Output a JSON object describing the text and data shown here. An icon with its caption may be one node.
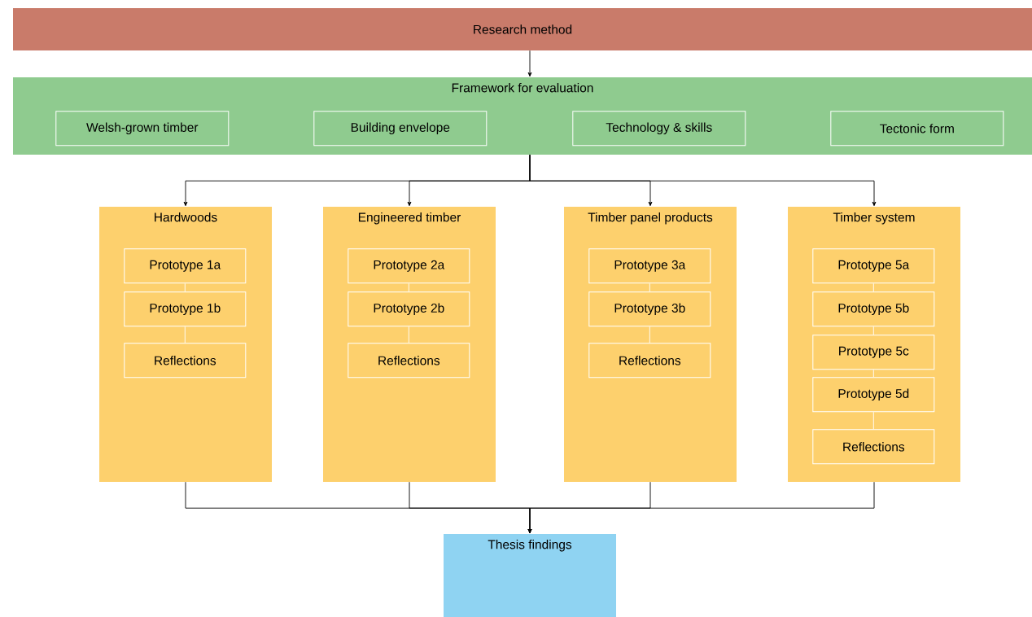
{
  "diagram": {
    "nodes": [
      {
        "text": [
          "Research method"
        ]
      },
      {
        "text": [
          "Framework for evaluation"
        ]
      },
      {
        "text": [
          "Welsh-grown timber"
        ],
        "in": 1
      },
      {
        "text": [
          "Building envelope"
        ],
        "in": 1
      },
      {
        "text": [
          "Technology & skills"
        ],
        "in": 1
      },
      {
        "text": [
          "Tectonic form"
        ],
        "in": 1
      },
      {
        "text": [
          "Hardwoods"
        ]
      },
      {
        "text": [
          "Prototype 1a"
        ],
        "in": 6
      },
      {
        "text": [
          "Prototype 1b"
        ],
        "in": 6
      },
      {
        "text": [
          "Reflections"
        ],
        "in": 6
      },
      {
        "text": [
          "Engineered timber"
        ]
      },
      {
        "text": [
          "Prototype 2a"
        ],
        "in": 10
      },
      {
        "text": [
          "Prototype 2b"
        ],
        "in": 10
      },
      {
        "text": [
          "Reflections"
        ],
        "in": 10
      },
      {
        "text": [
          "Timber panel products"
        ]
      },
      {
        "text": [
          "Prototype 3a"
        ],
        "in": 14
      },
      {
        "text": [
          "Prototype 3b"
        ],
        "in": 14
      },
      {
        "text": [
          "Reflections"
        ],
        "in": 14
      },
      {
        "text": [
          "Timber system"
        ]
      },
      {
        "text": [
          "Prototype 5a"
        ],
        "in": 18
      },
      {
        "text": [
          "Prototype 5b"
        ],
        "in": 18
      },
      {
        "text": [
          "Prototype 5c"
        ],
        "in": 18
      },
      {
        "text": [
          "Prototype 5d"
        ],
        "in": 18
      },
      {
        "text": [
          "Reflections"
        ],
        "in": 18
      },
      {
        "text": [
          "Thesis findings"
        ]
      }
    ],
    "edges": [
      {
        "from": 0,
        "to": 1,
        "arrow": "to",
        "color": "#000000"
      },
      {
        "from": 1,
        "to": 6,
        "arrow": "to",
        "color": "#000000"
      },
      {
        "from": 1,
        "to": 10,
        "arrow": "to",
        "color": "#000000"
      },
      {
        "from": 1,
        "to": 14,
        "arrow": "to",
        "color": "#000000"
      },
      {
        "from": 1,
        "to": 18,
        "arrow": "to",
        "color": "#000000"
      },
      {
        "from": 7,
        "to": 8,
        "arrow": "none"
      },
      {
        "from": 8,
        "to": 9,
        "arrow": "none"
      },
      {
        "from": 11,
        "to": 12,
        "arrow": "none"
      },
      {
        "from": 12,
        "to": 13,
        "arrow": "none"
      },
      {
        "from": 15,
        "to": 16,
        "arrow": "none"
      },
      {
        "from": 16,
        "to": 17,
        "arrow": "none"
      },
      {
        "from": 19,
        "to": 20,
        "arrow": "none"
      },
      {
        "from": 20,
        "to": 21,
        "arrow": "none"
      },
      {
        "from": 21,
        "to": 22,
        "arrow": "none"
      },
      {
        "from": 22,
        "to": 23,
        "arrow": "none"
      },
      {
        "from": 6,
        "to": 24,
        "arrow": "to",
        "color": "#000000"
      },
      {
        "from": 10,
        "to": 24,
        "arrow": "to",
        "color": "#000000"
      },
      {
        "from": 14,
        "to": 24,
        "arrow": "to",
        "color": "#000000"
      },
      {
        "from": 18,
        "to": 24,
        "arrow": "to",
        "color": "#000000"
      }
    ]
  }
}
